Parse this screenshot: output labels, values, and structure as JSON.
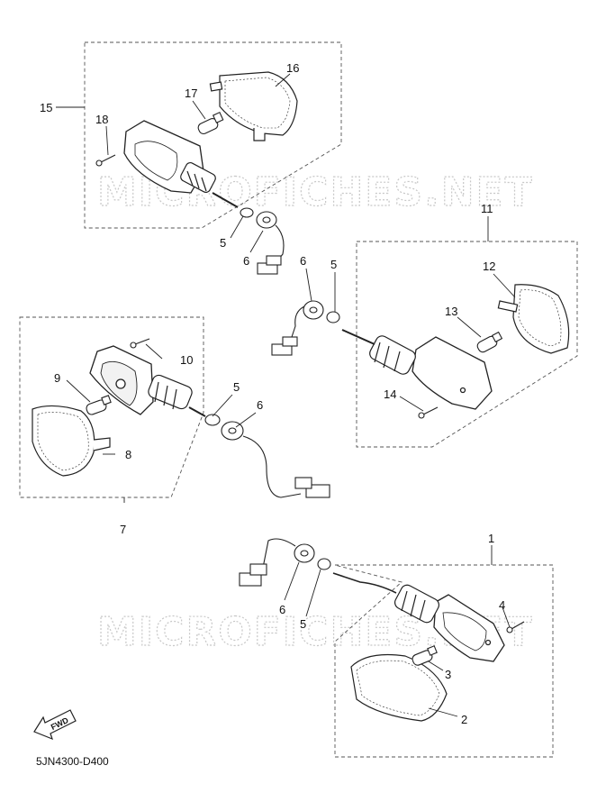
{
  "watermark": "MICROFICHES.NET",
  "diagram_code": "5JN4300-D400",
  "fwd_label": "FWD",
  "callouts": {
    "c1": "1",
    "c2": "2",
    "c3": "3",
    "c4": "4",
    "c5a": "5",
    "c5b": "5",
    "c5c": "5",
    "c5d": "5",
    "c6a": "6",
    "c6b": "6",
    "c6c": "6",
    "c6d": "6",
    "c7": "7",
    "c8": "8",
    "c9": "9",
    "c10": "10",
    "c11": "11",
    "c12": "12",
    "c13": "13",
    "c14": "14",
    "c15": "15",
    "c16": "16",
    "c17": "17",
    "c18": "18"
  }
}
